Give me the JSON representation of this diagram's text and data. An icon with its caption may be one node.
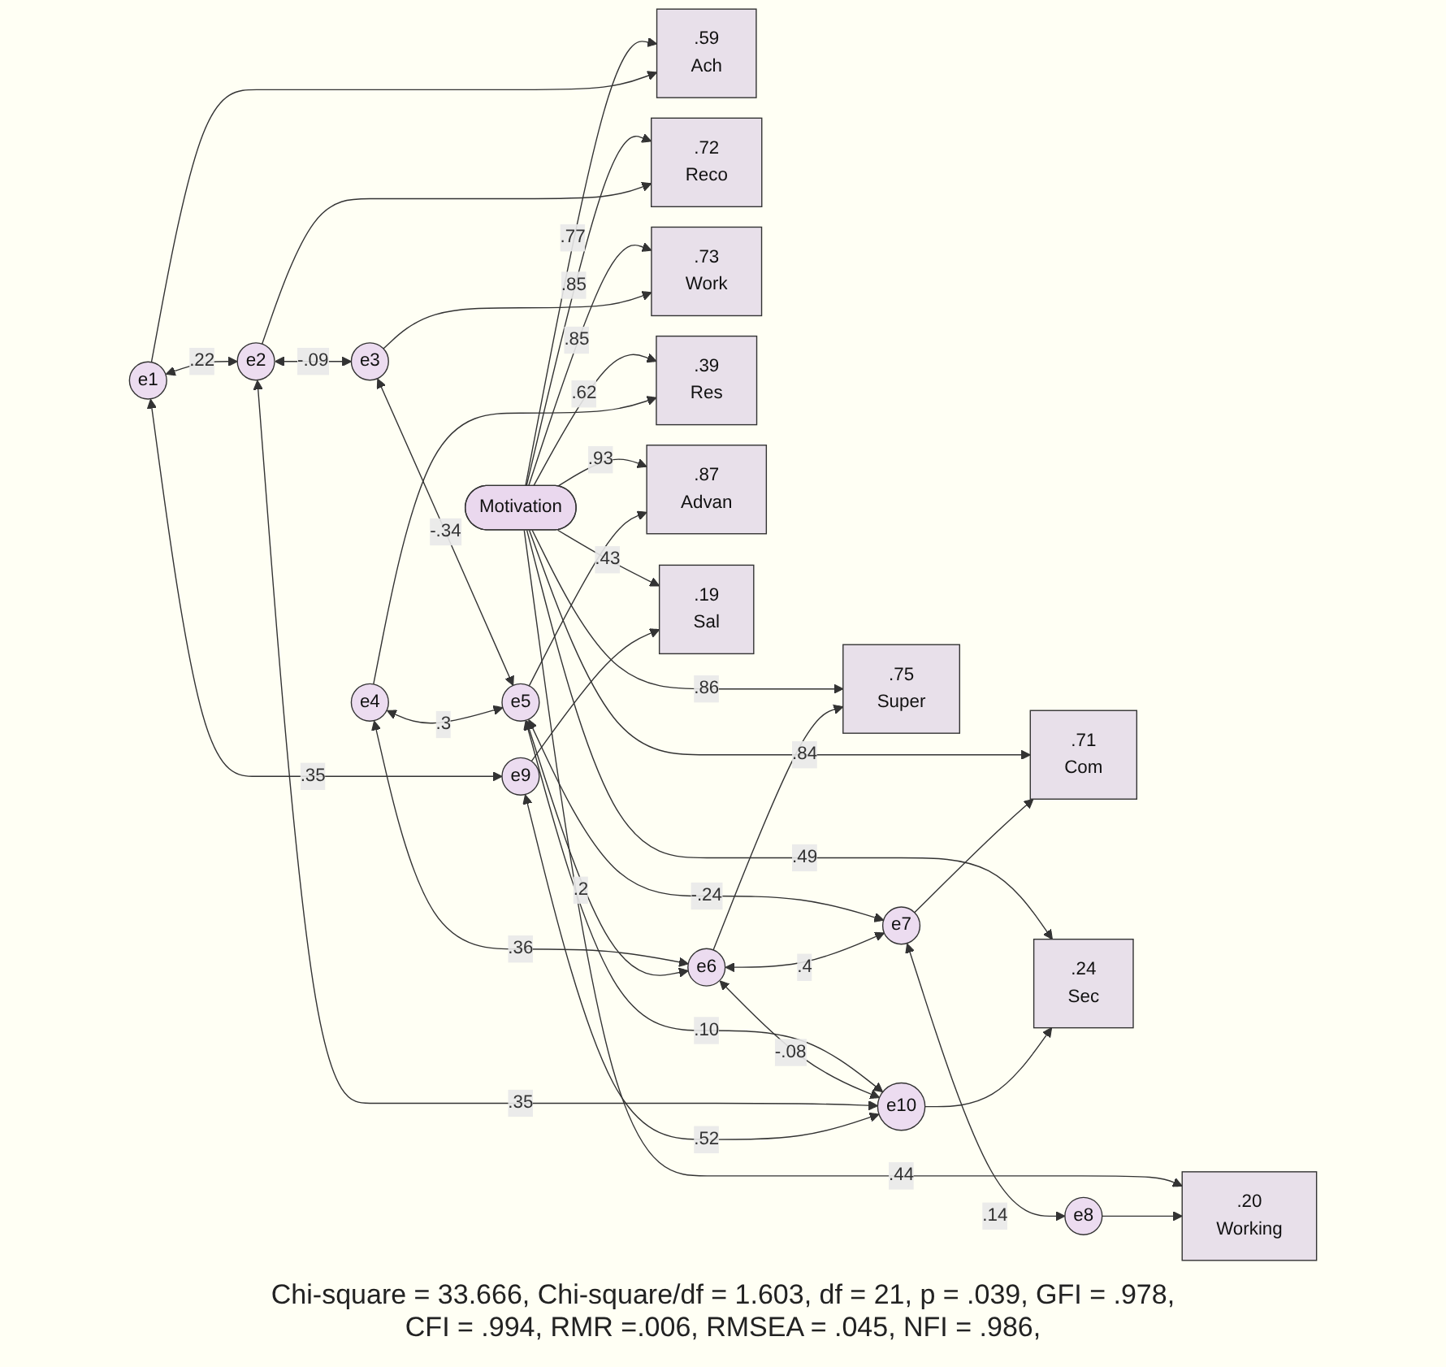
{
  "diagram": {
    "caption": "Chi-square = 33.666, Chi-square/df = 1.603, df = 21, p = .039, GFI = .978, CFI = .994, RMR =.006, RMSEA = .045, NFI = .986,",
    "nodes": [
      {
        "text": [
          "Motivation"
        ]
      },
      {
        "text": [
          ".59",
          "Ach"
        ]
      },
      {
        "text": [
          ".72",
          "Reco"
        ]
      },
      {
        "text": [
          ".73",
          "Work"
        ]
      },
      {
        "text": [
          ".39",
          "Res"
        ]
      },
      {
        "text": [
          ".87",
          "Advan"
        ]
      },
      {
        "text": [
          ".75",
          "Super"
        ]
      },
      {
        "text": [
          ".71",
          "Com"
        ]
      },
      {
        "text": [
          ".20",
          "Working"
        ]
      },
      {
        "text": [
          ".19",
          "Sal"
        ]
      },
      {
        "text": [
          ".24",
          "Sec"
        ]
      },
      {
        "text": [
          "e1"
        ]
      },
      {
        "text": [
          "e2"
        ]
      },
      {
        "text": [
          "e3"
        ]
      },
      {
        "text": [
          "e4"
        ]
      },
      {
        "text": [
          "e5"
        ]
      },
      {
        "text": [
          "e6"
        ]
      },
      {
        "text": [
          "e7"
        ]
      },
      {
        "text": [
          "e8"
        ]
      },
      {
        "text": [
          "e9"
        ]
      },
      {
        "text": [
          "e10"
        ]
      }
    ],
    "edges": [
      {
        "from": 0,
        "to": 1,
        "arrow": "to",
        "label": ".77"
      },
      {
        "from": 0,
        "to": 2,
        "arrow": "to",
        "label": ".85"
      },
      {
        "from": 0,
        "to": 3,
        "arrow": "to",
        "label": ".85"
      },
      {
        "from": 0,
        "to": 4,
        "arrow": "to",
        "label": ".62"
      },
      {
        "from": 0,
        "to": 5,
        "arrow": "to",
        "label": ".93"
      },
      {
        "from": 0,
        "to": 6,
        "arrow": "to",
        "label": ".86"
      },
      {
        "from": 0,
        "to": 7,
        "arrow": "to",
        "label": ".84"
      },
      {
        "from": 0,
        "to": 8,
        "arrow": "to",
        "label": ".44"
      },
      {
        "from": 0,
        "to": 9,
        "arrow": "to",
        "label": ".43"
      },
      {
        "from": 0,
        "to": 10,
        "arrow": "to",
        "label": ".49"
      },
      {
        "from": 11,
        "to": 1,
        "arrow": "to"
      },
      {
        "from": 12,
        "to": 2,
        "arrow": "to"
      },
      {
        "from": 13,
        "to": 3,
        "arrow": "to"
      },
      {
        "from": 14,
        "to": 4,
        "arrow": "to"
      },
      {
        "from": 15,
        "to": 5,
        "arrow": "to"
      },
      {
        "from": 16,
        "to": 6,
        "arrow": "to"
      },
      {
        "from": 17,
        "to": 7,
        "arrow": "to"
      },
      {
        "from": 18,
        "to": 8,
        "arrow": "to"
      },
      {
        "from": 19,
        "to": 9,
        "arrow": "to"
      },
      {
        "from": 20,
        "to": 10,
        "arrow": "to"
      },
      {
        "from": 11,
        "to": 12,
        "arrow": "both",
        "label": ".22"
      },
      {
        "from": 12,
        "to": 13,
        "arrow": "both",
        "label": "-.09"
      },
      {
        "from": 13,
        "to": 15,
        "arrow": "both",
        "label": "-.34"
      },
      {
        "from": 14,
        "to": 15,
        "arrow": "both",
        "label": ".3"
      },
      {
        "from": 14,
        "to": 16,
        "arrow": "both",
        "label": ".36"
      },
      {
        "from": 15,
        "to": 16,
        "arrow": "both",
        "label": ".2"
      },
      {
        "from": 15,
        "to": 17,
        "arrow": "both",
        "label": "-.24"
      },
      {
        "from": 16,
        "to": 17,
        "arrow": "both",
        "label": ".4"
      },
      {
        "from": 17,
        "to": 18,
        "arrow": "both",
        "label": ".14"
      },
      {
        "from": 15,
        "to": 20,
        "arrow": "both",
        "label": ".10"
      },
      {
        "from": 16,
        "to": 20,
        "arrow": "both",
        "label": "-.08"
      },
      {
        "from": 11,
        "to": 19,
        "arrow": "both",
        "label": ".35"
      },
      {
        "from": 12,
        "to": 20,
        "arrow": "both",
        "label": ".35"
      },
      {
        "from": 19,
        "to": 20,
        "arrow": "both",
        "label": ".52"
      }
    ]
  }
}
